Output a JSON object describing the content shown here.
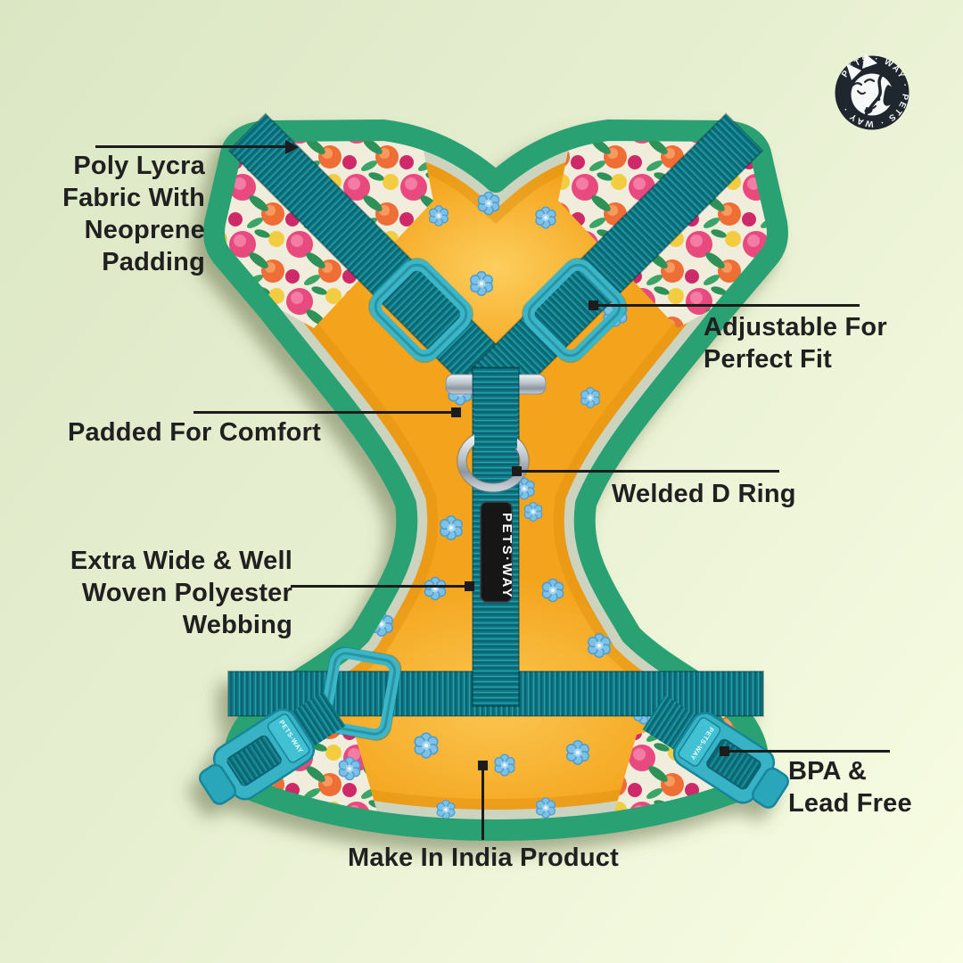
{
  "meta": {
    "title": "Pets Way dog harness features infographic"
  },
  "brand": {
    "logo_ring_text": "PETS · WAY · PETS · WAY ·",
    "strap_label": "PETS·WAY",
    "buckle_label": "PETS-WAY"
  },
  "callouts": {
    "poly_lycra": "Poly Lycra\nFabric With\nNeoprene\nPadding",
    "adjustable": "Adjustable For\nPerfect Fit",
    "padded": "Padded For Comfort",
    "d_ring": "Welded D Ring",
    "webbing": "Extra Wide & Well\nWoven Polyester\nWebbing",
    "bpa": "BPA &\nLead Free",
    "made_in_india": "Make In India Product"
  },
  "colors": {
    "background_top": "#dbe7c4",
    "background_bottom": "#f8fde3",
    "callout_text": "#202020",
    "leader_line": "#1c1c1c",
    "trim_green": "#2ba173",
    "mesh_yellow": "#f4a41c",
    "strap_teal": "#0e7b86",
    "hardware_cyan": "#3ab6c8",
    "d_ring_silver": "#b9c2ca",
    "label_black": "#121519",
    "logo_navy": "#20262e",
    "flower_blue": "#7cc2e6",
    "floral_pink": "#e8487e",
    "floral_orange": "#ee6e35"
  }
}
